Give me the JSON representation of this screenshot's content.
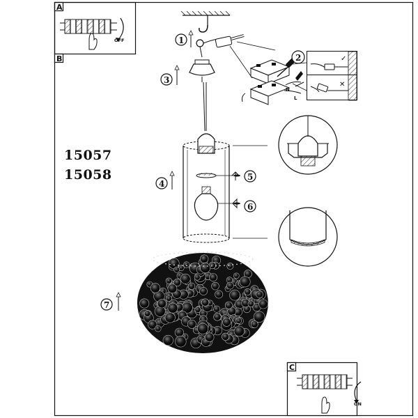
{
  "panels": {
    "a": {
      "letter": "A",
      "action": "OFF"
    },
    "b": {
      "letter": "B"
    },
    "c": {
      "letter": "C",
      "action": "ON"
    }
  },
  "models": [
    "15057",
    "15058"
  ],
  "steps": [
    "1",
    "2",
    "3",
    "4",
    "5",
    "6",
    "7"
  ],
  "wiring": {
    "live_mark": "N",
    "neutral_mark": "L",
    "ok_mark": "✓",
    "wrong_mark": "✕"
  }
}
